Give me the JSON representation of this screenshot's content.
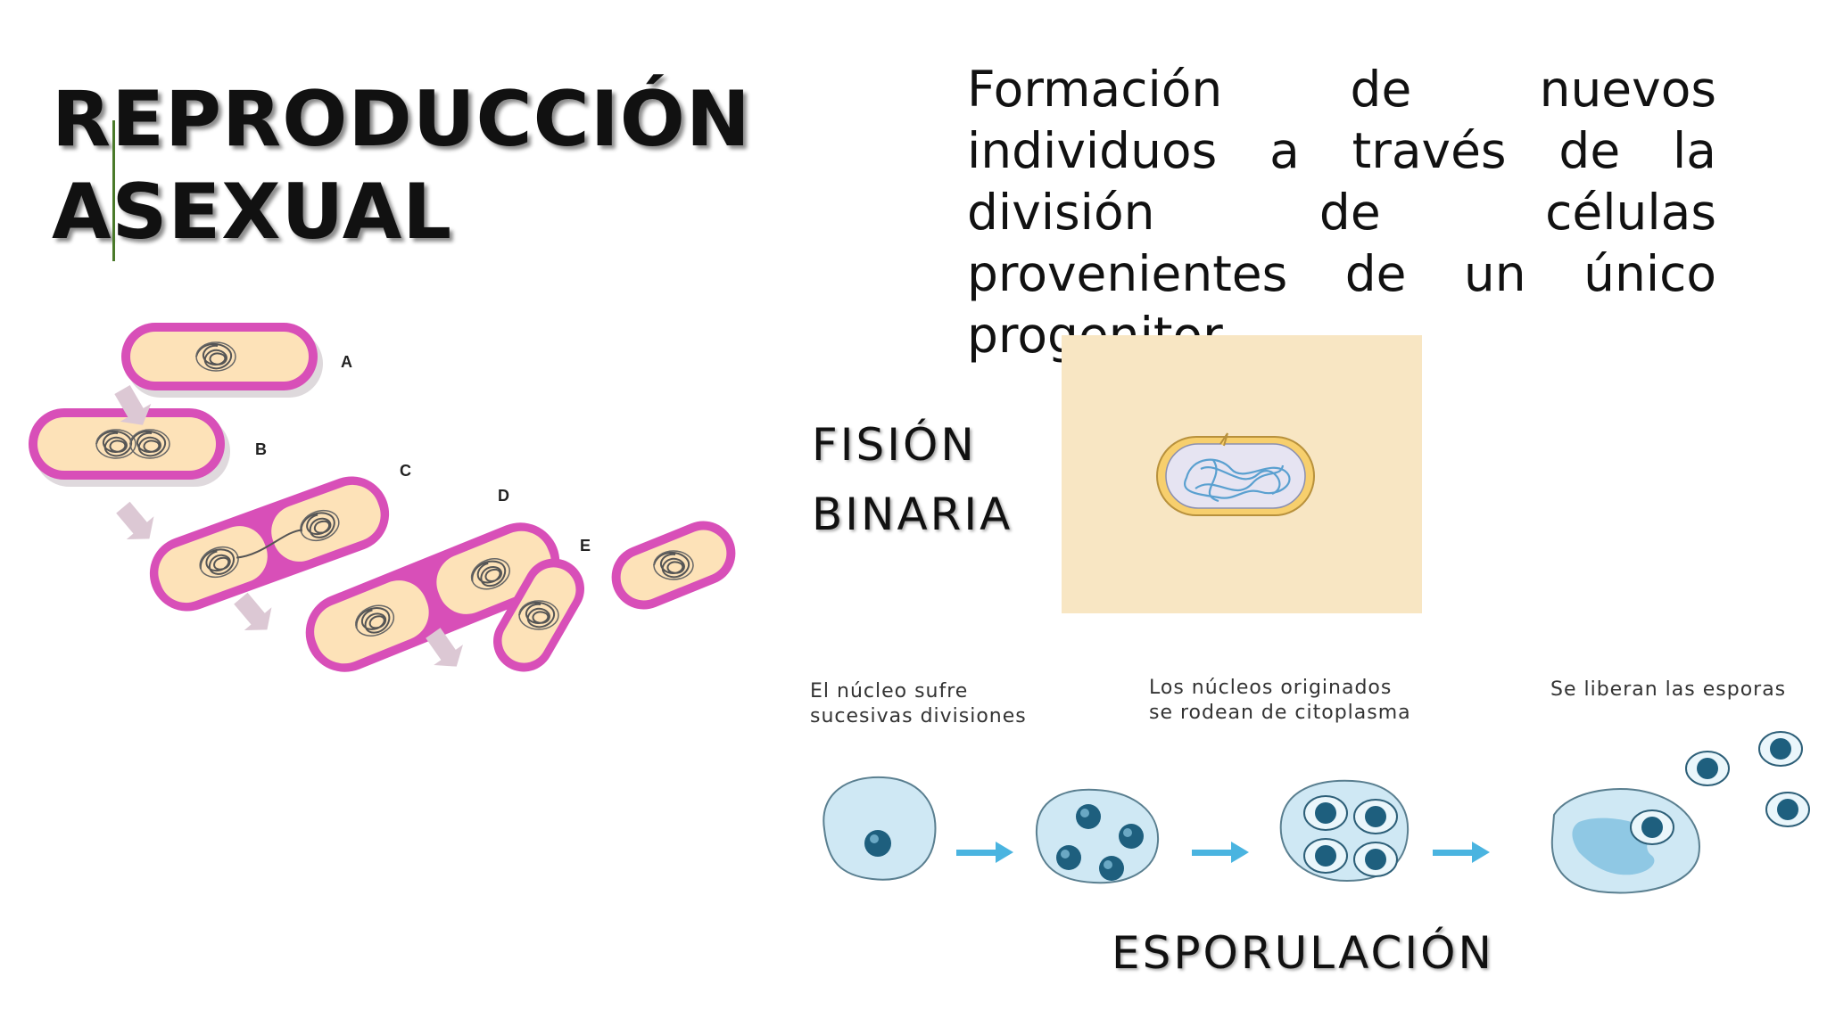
{
  "title": {
    "line1": "REPRODUCCIÓN",
    "line2": "ASEXUAL"
  },
  "description": "Formación de nuevos individuos a través de la división de células provenientes de un único progenitor",
  "fision": {
    "line1": "FISIÓN",
    "line2": "BINARIA"
  },
  "bacteria_stages": [
    "A",
    "B",
    "C",
    "D",
    "E"
  ],
  "sporulation": {
    "label": "ESPORULACIÓN",
    "captions": [
      {
        "line1": "El núcleo sufre",
        "line2": "sucesivas divisiones"
      },
      {
        "line1": "Los núcleos originados",
        "line2": "se rodean de citoplasma"
      },
      {
        "line1": "Se liberan las esporas",
        "line2": ""
      }
    ]
  },
  "colors": {
    "bacteria_wall": "#d84fb8",
    "bacteria_cytoplasm": "#fde2b8",
    "fision_panel": "#f8e6c3",
    "cell_fill": "#cfe8f4",
    "nucleus": "#1e5f7e",
    "arrow": "#4ab4e0"
  }
}
